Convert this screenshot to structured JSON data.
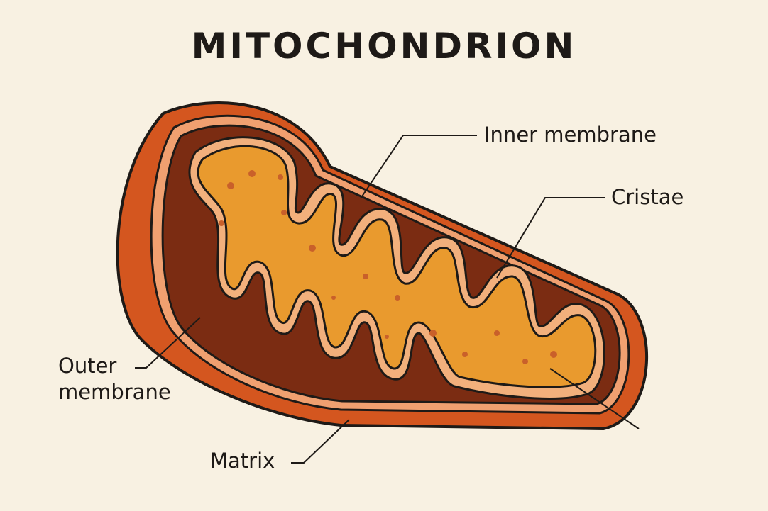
{
  "title": "MITOCHONDRION",
  "labels": {
    "inner_membrane": "Inner membrane",
    "cristae": "Cristae",
    "outer_membrane_1": "Outer",
    "outer_membrane_2": "membrane",
    "matrix": "Matrix"
  },
  "colors": {
    "background": "#f8f1e2",
    "outer_membrane": "#d4561f",
    "intermembrane_space": "#7b2c12",
    "membrane_edge": "#f2b07c",
    "matrix": "#e99a2e",
    "outline": "#1e1a17"
  }
}
